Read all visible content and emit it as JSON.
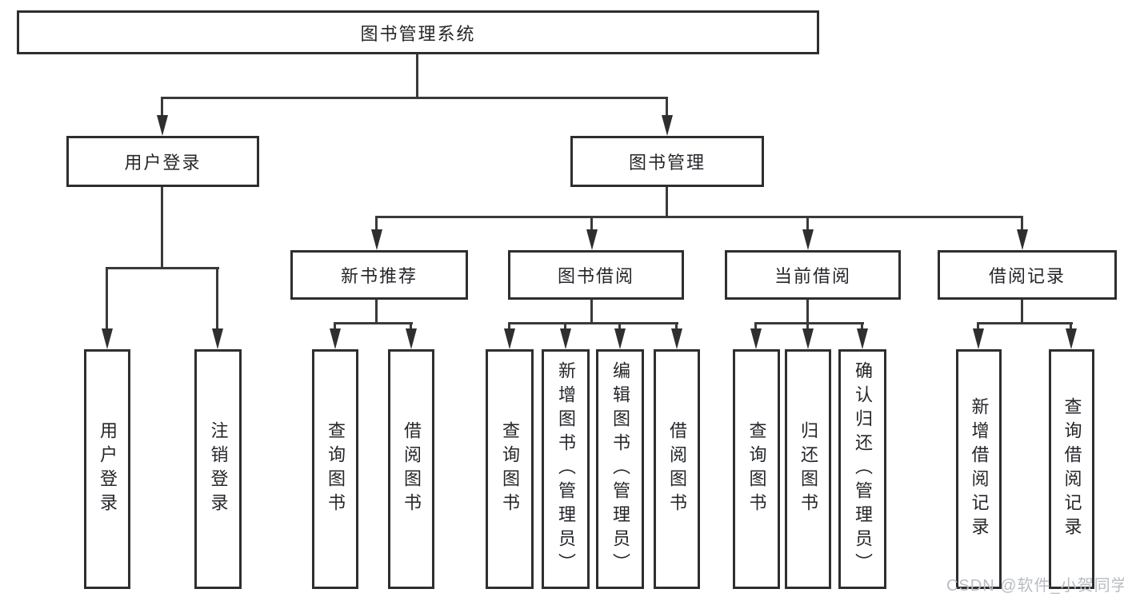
{
  "diagram": {
    "title": "图书管理系统",
    "root": {
      "label": "图书管理系统"
    },
    "branches": [
      {
        "label": "用户登录",
        "children": [
          {
            "label": "用户登录"
          },
          {
            "label": "注销登录"
          }
        ]
      },
      {
        "label": "图书管理",
        "children": [
          {
            "label": "新书推荐",
            "children": [
              {
                "label": "查询图书"
              },
              {
                "label": "借阅图书"
              }
            ]
          },
          {
            "label": "图书借阅",
            "children": [
              {
                "label": "查询图书"
              },
              {
                "label": "新增图书（管理员）"
              },
              {
                "label": "编辑图书（管理员）"
              },
              {
                "label": "借阅图书"
              }
            ]
          },
          {
            "label": "当前借阅",
            "children": [
              {
                "label": "查询图书"
              },
              {
                "label": "归还图书"
              },
              {
                "label": "确认归还（管理员）"
              }
            ]
          },
          {
            "label": "借阅记录",
            "children": [
              {
                "label": "新增借阅记录"
              },
              {
                "label": "查询借阅记录"
              }
            ]
          }
        ]
      }
    ]
  },
  "watermark": {
    "text": "CSDN @软件_小贺同学"
  },
  "colors": {
    "background": "#ffffff",
    "box_border": "#2e2e2e",
    "connector_line": "#3a3a3a",
    "text": "#24262a",
    "watermark": "#b9bcc2"
  }
}
